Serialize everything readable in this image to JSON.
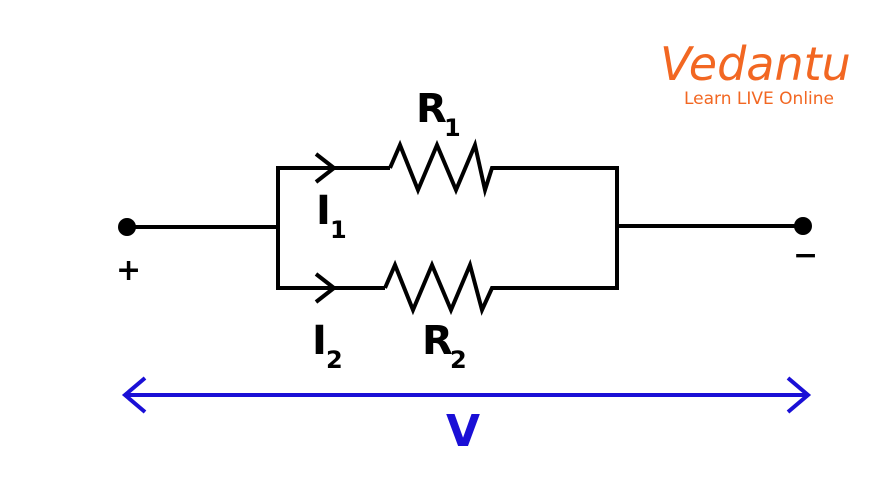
{
  "logo": {
    "name": "Vedantu",
    "tagline": "Learn LIVE Online",
    "color": "#f26722"
  },
  "circuit": {
    "configuration": "parallel",
    "terminals": {
      "positive": "+",
      "negative": "−"
    },
    "resistors": [
      {
        "label": "R",
        "subscript": "1"
      },
      {
        "label": "R",
        "subscript": "2"
      }
    ],
    "currents": [
      {
        "label": "I",
        "subscript": "1"
      },
      {
        "label": "I",
        "subscript": "2"
      }
    ],
    "voltage": {
      "label": "V",
      "color": "#1a0fd6"
    },
    "wire_color": "#000000"
  }
}
